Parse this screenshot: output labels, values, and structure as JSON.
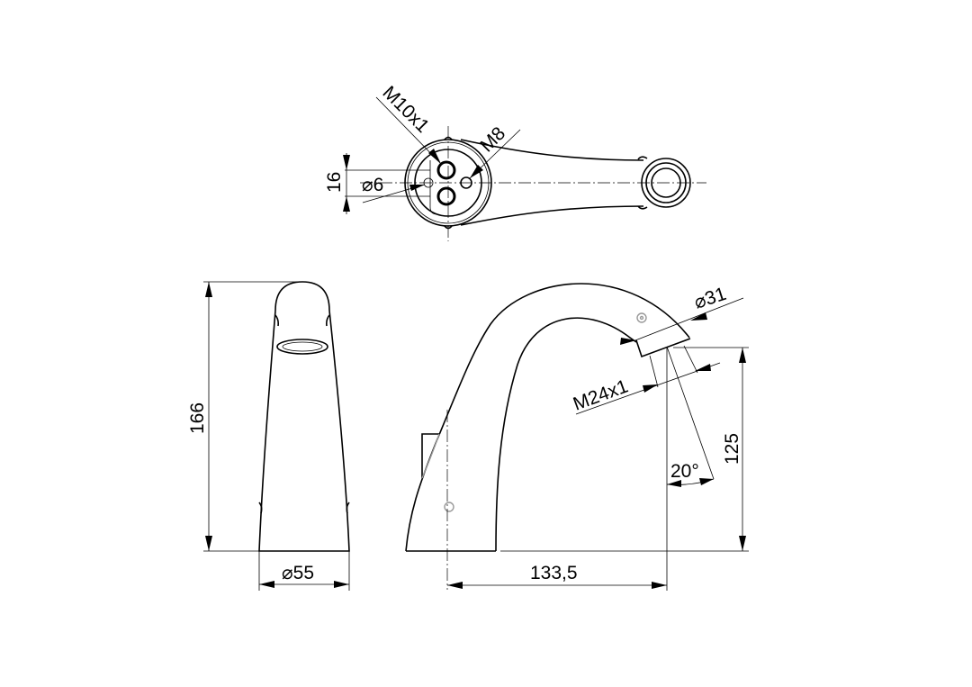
{
  "title": "Faucet dimension drawing",
  "top_view": {
    "dim_height": "16",
    "dim_hole": "⌀6",
    "thread_inlet": "M10x1",
    "thread_mount": "M8"
  },
  "front_view": {
    "dim_height": "166",
    "dim_base_diameter": "⌀55"
  },
  "side_view": {
    "dim_outlet_diameter": "⌀31",
    "thread_outlet": "M24x1",
    "dim_projection": "133,5",
    "dim_outlet_height": "125",
    "dim_angle": "20°"
  }
}
